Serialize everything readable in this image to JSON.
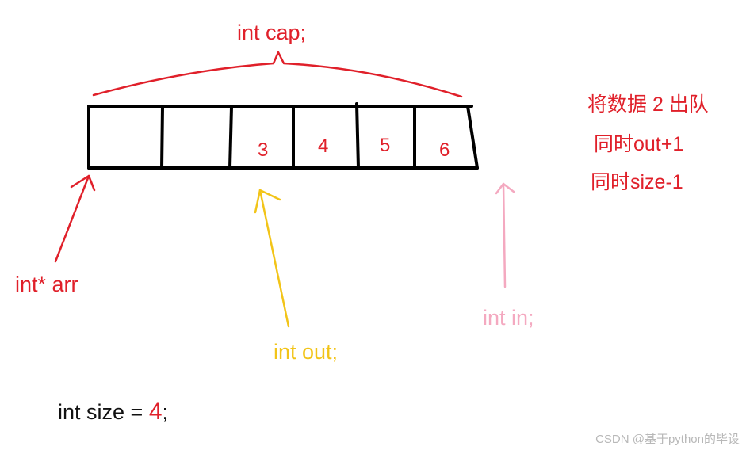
{
  "labels": {
    "cap": "int cap;",
    "arr": "int* arr",
    "out": "int out;",
    "in": "int in;",
    "size_prefix": "int size = ",
    "size_value": "4",
    "size_suffix": ";"
  },
  "cells": [
    "",
    "",
    "3",
    "4",
    "5",
    "6"
  ],
  "notes": [
    "将数据 2 出队",
    "同时out+1",
    "同时size-1"
  ],
  "watermark": "CSDN @基于python的毕设",
  "colors": {
    "red": "#e0202a",
    "yellow": "#f2c418",
    "pink": "#f4a9c0",
    "black": "#111111"
  }
}
